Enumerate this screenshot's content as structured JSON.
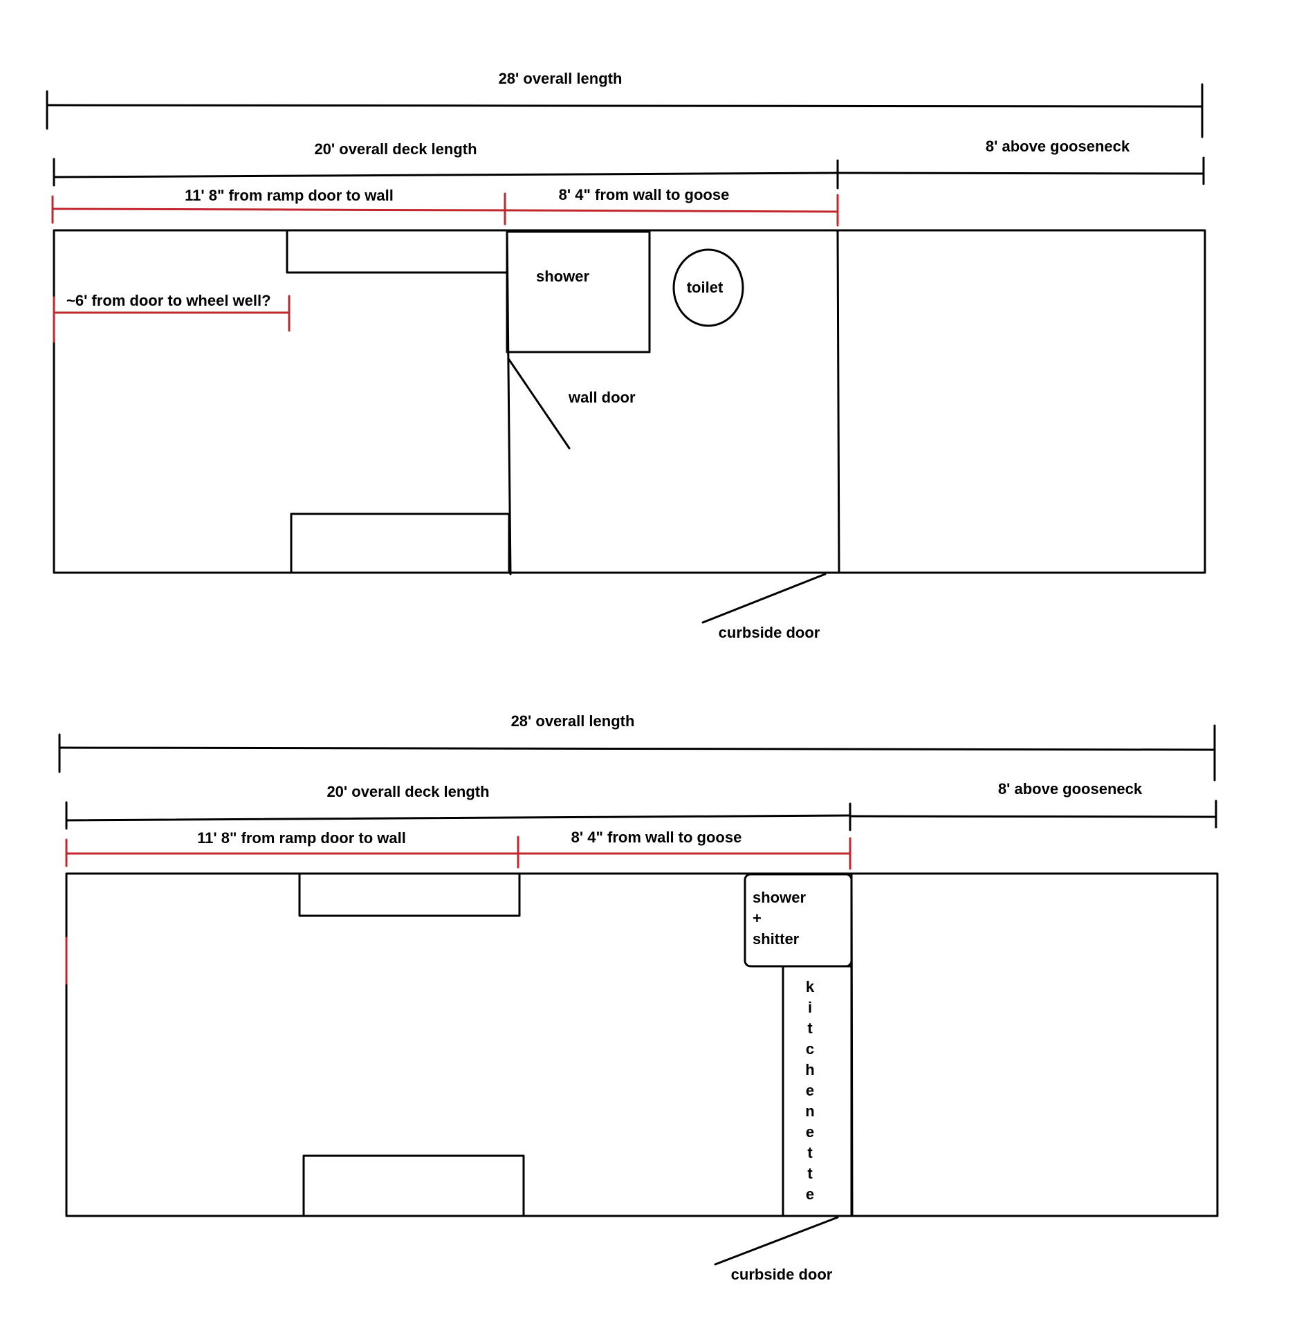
{
  "colors": {
    "ink": "#000000",
    "dimension_red": "#c1272d",
    "background": "#ffffff"
  },
  "plans": [
    {
      "overall_length": "28' overall length",
      "deck_length": "20' overall deck length",
      "above_gooseneck": "8' above gooseneck",
      "ramp_to_wall": "11' 8\" from ramp door to wall",
      "wall_to_goose": "8' 4\" from wall to goose",
      "door_to_wheel_well": "~6' from door to wheel well?",
      "shower": "shower",
      "toilet": "toilet",
      "wall_door": "wall door",
      "curbside_door": "curbside door"
    },
    {
      "overall_length": "28' overall length",
      "deck_length": "20' overall deck length",
      "above_gooseneck": "8' above gooseneck",
      "ramp_to_wall": "11' 8\" from ramp door to wall",
      "wall_to_goose": "8' 4\" from wall to goose",
      "shower_shitter": [
        "shower",
        "+",
        "shitter"
      ],
      "kitchenette": [
        "k",
        "i",
        "t",
        "c",
        "h",
        "e",
        "n",
        "e",
        "t",
        "t",
        "e"
      ],
      "curbside_door": "curbside door"
    }
  ]
}
